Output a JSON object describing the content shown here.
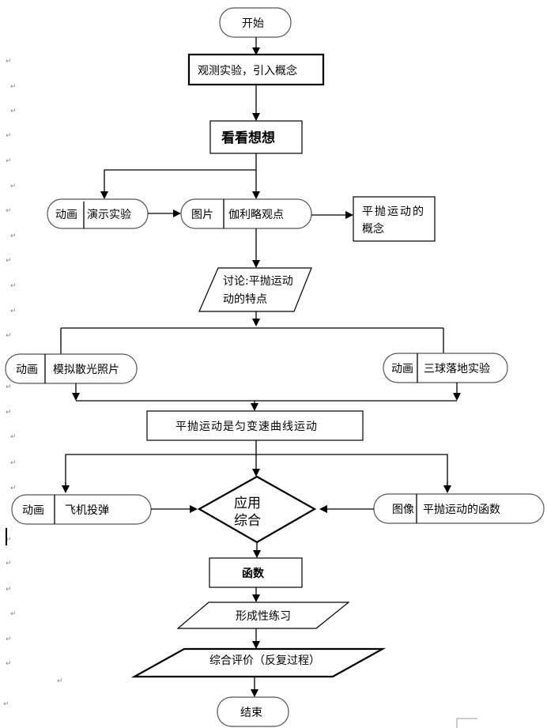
{
  "flowchart": {
    "start": "开始",
    "step_observe": "观测实验，引入概念",
    "step_lookthink": "看看想想",
    "node_demo": {
      "tag": "动画",
      "label": "演示实验"
    },
    "node_galileo": {
      "tag": "图片",
      "label": "伽利略观点"
    },
    "concept": {
      "line1": "平抛运动的",
      "line2": "概念"
    },
    "discussion": {
      "line1": "讨论:平抛运动",
      "line2": "动的特点"
    },
    "node_scatter": {
      "tag": "动画",
      "label": "模拟散光照片"
    },
    "node_threeball": {
      "tag": "动画",
      "label": "三球落地实验"
    },
    "conclusion": "平抛运动是匀变速曲线运动",
    "node_bomb": {
      "tag": "动画",
      "label": "飞机投弹"
    },
    "decision": {
      "line1": "应用",
      "line2": "综合"
    },
    "node_function_img": {
      "tag": "图像",
      "label": "平抛运动的函数"
    },
    "function_box": "函数",
    "practice": "形成性练习",
    "evaluation": "综合评价（反复过程）",
    "end": "结束"
  },
  "paragraph_mark": "↵"
}
